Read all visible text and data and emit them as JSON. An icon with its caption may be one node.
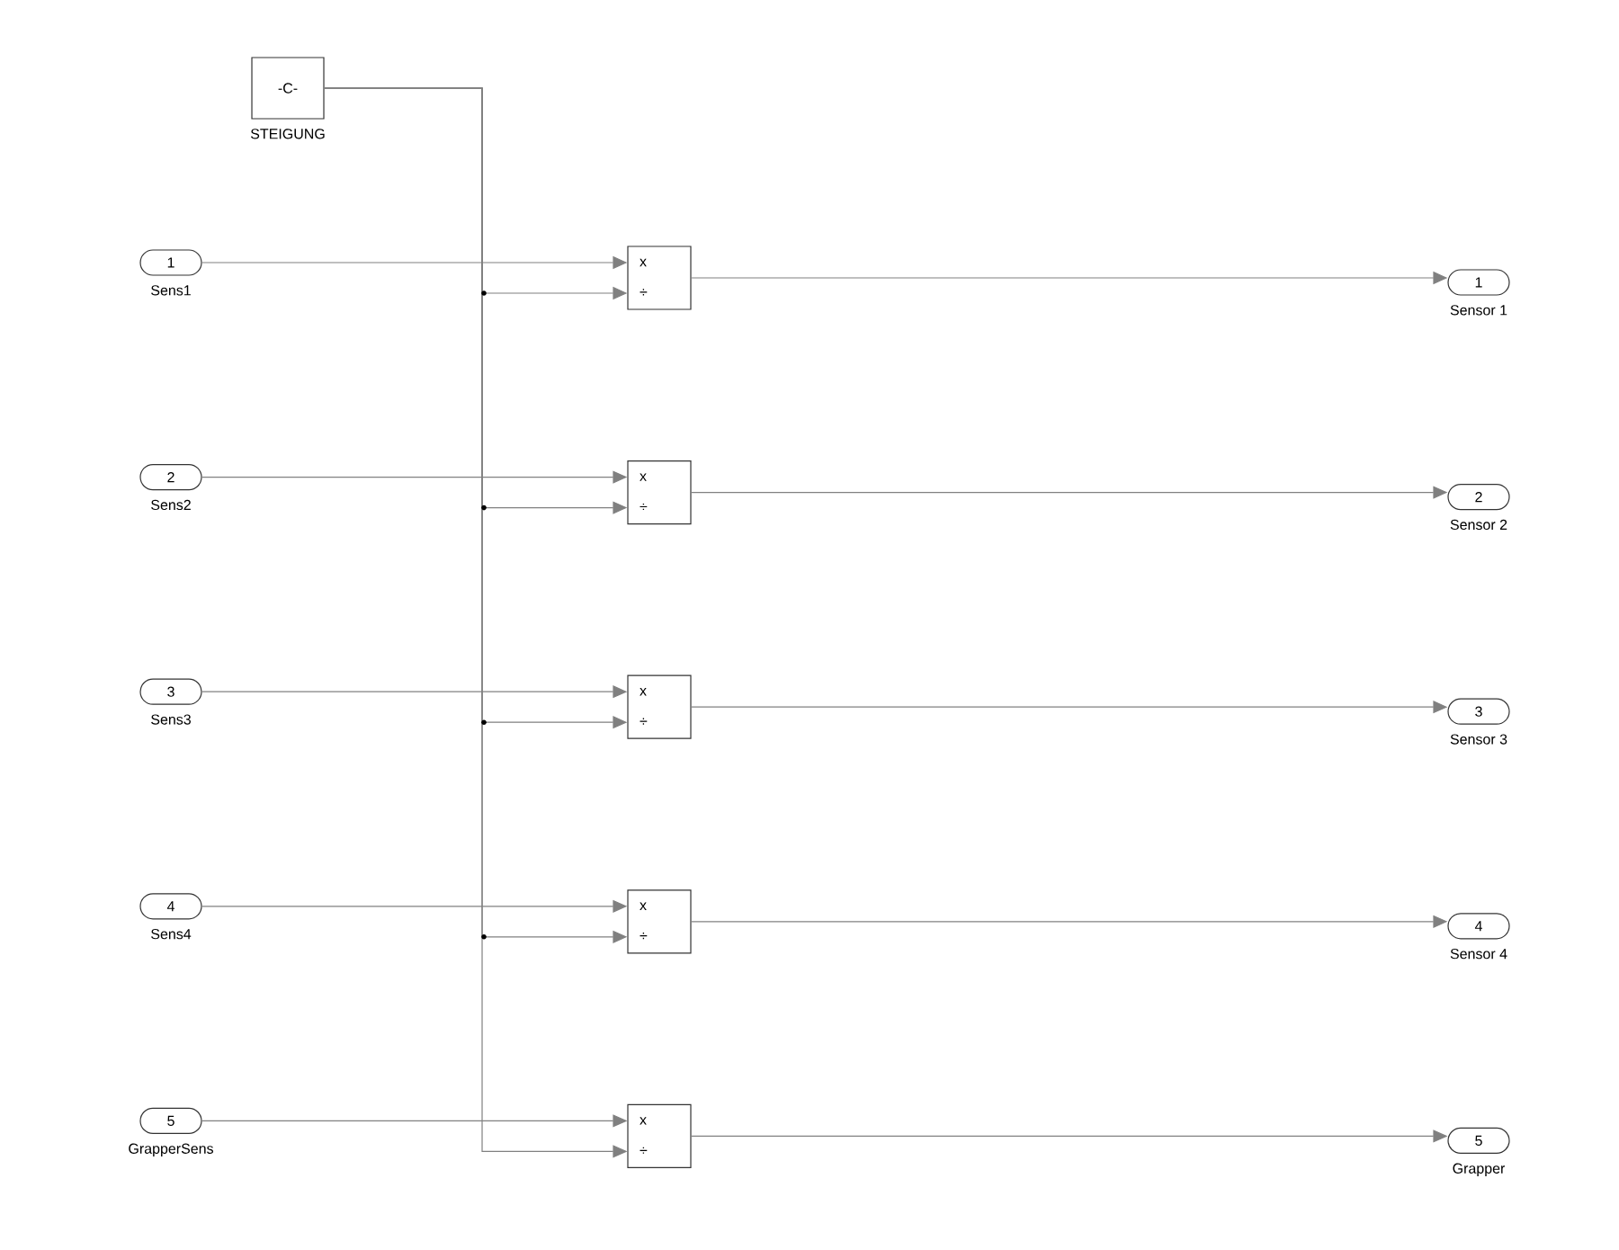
{
  "diagram": {
    "nodes": [
      {
        "text": [
          "-C-"
        ],
        "beside": [
          "STEIGUNG"
        ]
      },
      {
        "text": [
          "1"
        ],
        "beside": [
          "Sens1"
        ]
      },
      {
        "text": [
          "x",
          "÷"
        ]
      },
      {
        "text": [
          "1"
        ],
        "beside": [
          "Sensor 1"
        ]
      },
      {
        "text": [
          "2"
        ],
        "beside": [
          "Sens2"
        ]
      },
      {
        "text": [
          "x",
          "÷"
        ]
      },
      {
        "text": [
          "2"
        ],
        "beside": [
          "Sensor 2"
        ]
      },
      {
        "text": [
          "3"
        ],
        "beside": [
          "Sens3"
        ]
      },
      {
        "text": [
          "x",
          "÷"
        ]
      },
      {
        "text": [
          "3"
        ],
        "beside": [
          "Sensor 3"
        ]
      },
      {
        "text": [
          "4"
        ],
        "beside": [
          "Sens4"
        ]
      },
      {
        "text": [
          "x",
          "÷"
        ]
      },
      {
        "text": [
          "4"
        ],
        "beside": [
          "Sensor 4"
        ]
      },
      {
        "text": [
          "5"
        ],
        "beside": [
          "GrapperSens"
        ]
      },
      {
        "text": [
          "x",
          "÷"
        ]
      },
      {
        "text": [
          "5"
        ],
        "beside": [
          "Grapper"
        ]
      }
    ],
    "edges": [
      {
        "from": 1,
        "to": 2,
        "arrow": "to"
      },
      {
        "from": 0,
        "to": 2,
        "arrow": "to"
      },
      {
        "from": 2,
        "to": 3,
        "arrow": "to"
      },
      {
        "from": 4,
        "to": 5,
        "arrow": "to"
      },
      {
        "from": 0,
        "to": 5,
        "arrow": "to"
      },
      {
        "from": 5,
        "to": 6,
        "arrow": "to"
      },
      {
        "from": 7,
        "to": 8,
        "arrow": "to"
      },
      {
        "from": 0,
        "to": 8,
        "arrow": "to"
      },
      {
        "from": 8,
        "to": 9,
        "arrow": "to"
      },
      {
        "from": 10,
        "to": 11,
        "arrow": "to"
      },
      {
        "from": 0,
        "to": 11,
        "arrow": "to"
      },
      {
        "from": 11,
        "to": 12,
        "arrow": "to"
      },
      {
        "from": 13,
        "to": 14,
        "arrow": "to"
      },
      {
        "from": 0,
        "to": 14,
        "arrow": "to"
      },
      {
        "from": 14,
        "to": 15,
        "arrow": "to"
      }
    ]
  }
}
